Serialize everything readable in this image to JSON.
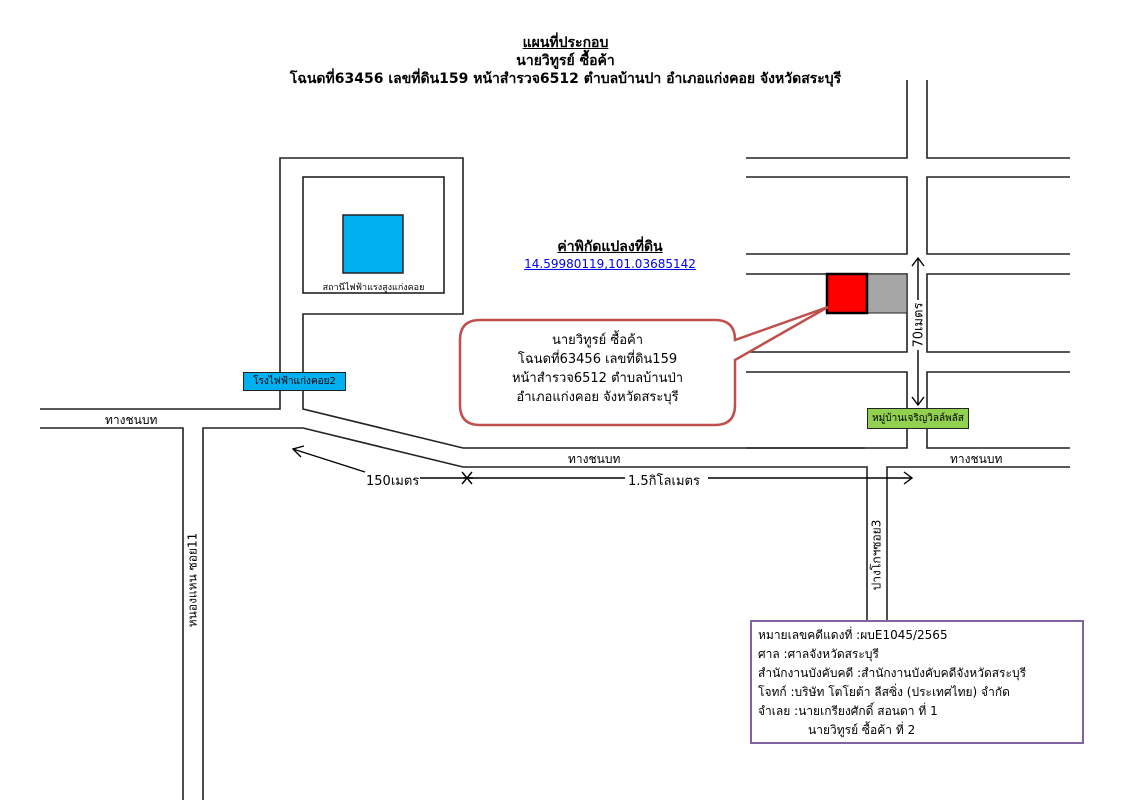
{
  "header": {
    "title": "แผนที่ประกอบ",
    "owner": "นายวิทูรย์ ซื้อค้า",
    "parcel_line": "โฉนดที่63456 เลขที่ดิน159 หน้าสำรวจ6512 ตำบลบ้านปา อำเภอแก่งคอย จังหวัดสระบุรี"
  },
  "coordinates": {
    "heading": "ค่าพิกัดแปลงที่ดิน",
    "value": "14.59980119,101.03685142"
  },
  "landmarks": {
    "substation": "สถานีไฟฟ้าแรงสูงแก่งคอย",
    "power_plant": "โรงไฟฟ้าแก่งคอย2",
    "village": "หมู่บ้านเจริญวิลล์พลัส"
  },
  "roads": {
    "rural_left": "ทางชนบท",
    "rural_mid": "ทางชนบท",
    "rural_right": "ทางชนบท",
    "soi11": "หนองแหน ซอย11",
    "soi3": "ปางโกฯซอย3"
  },
  "distances": {
    "d150": "150เมตร",
    "d15km": "1.5กิโลเมตร",
    "d70": "70เมตร"
  },
  "callout": [
    "นายวิทูรย์ ซื้อค้า",
    "โฉนดที่63456 เลขที่ดิน159",
    "หน้าสำรวจ6512 ตำบลบ้านป่า",
    "อำเภอแก่งคอย จังหวัดสระบุรี"
  ],
  "case_info": [
    "หมายเลขคดีแดงที่ :ผบE1045/2565",
    "ศาล :ศาลจังหวัดสระบุรี",
    "สำนักงานบังคับคดี :สำนักงานบังคับคดีจังหวัดสระบุรี",
    "โจทก์ :บริษัท โตโยต้า ลีสซิ่ง (ประเทศไทย) จำกัด",
    "จำเลย :นายเกรียงศักดิ์ สอนดา ที่ 1",
    "นายวิทูรย์ ซื้อค้า ที่ 2"
  ],
  "colors": {
    "parcel": "#ff0000",
    "neighbor": "#a6a6a6",
    "substation": "#00b0f0",
    "village": "#92d050",
    "callout_border": "#c0504d",
    "info_border": "#8064a2",
    "link": "#0000ee"
  }
}
